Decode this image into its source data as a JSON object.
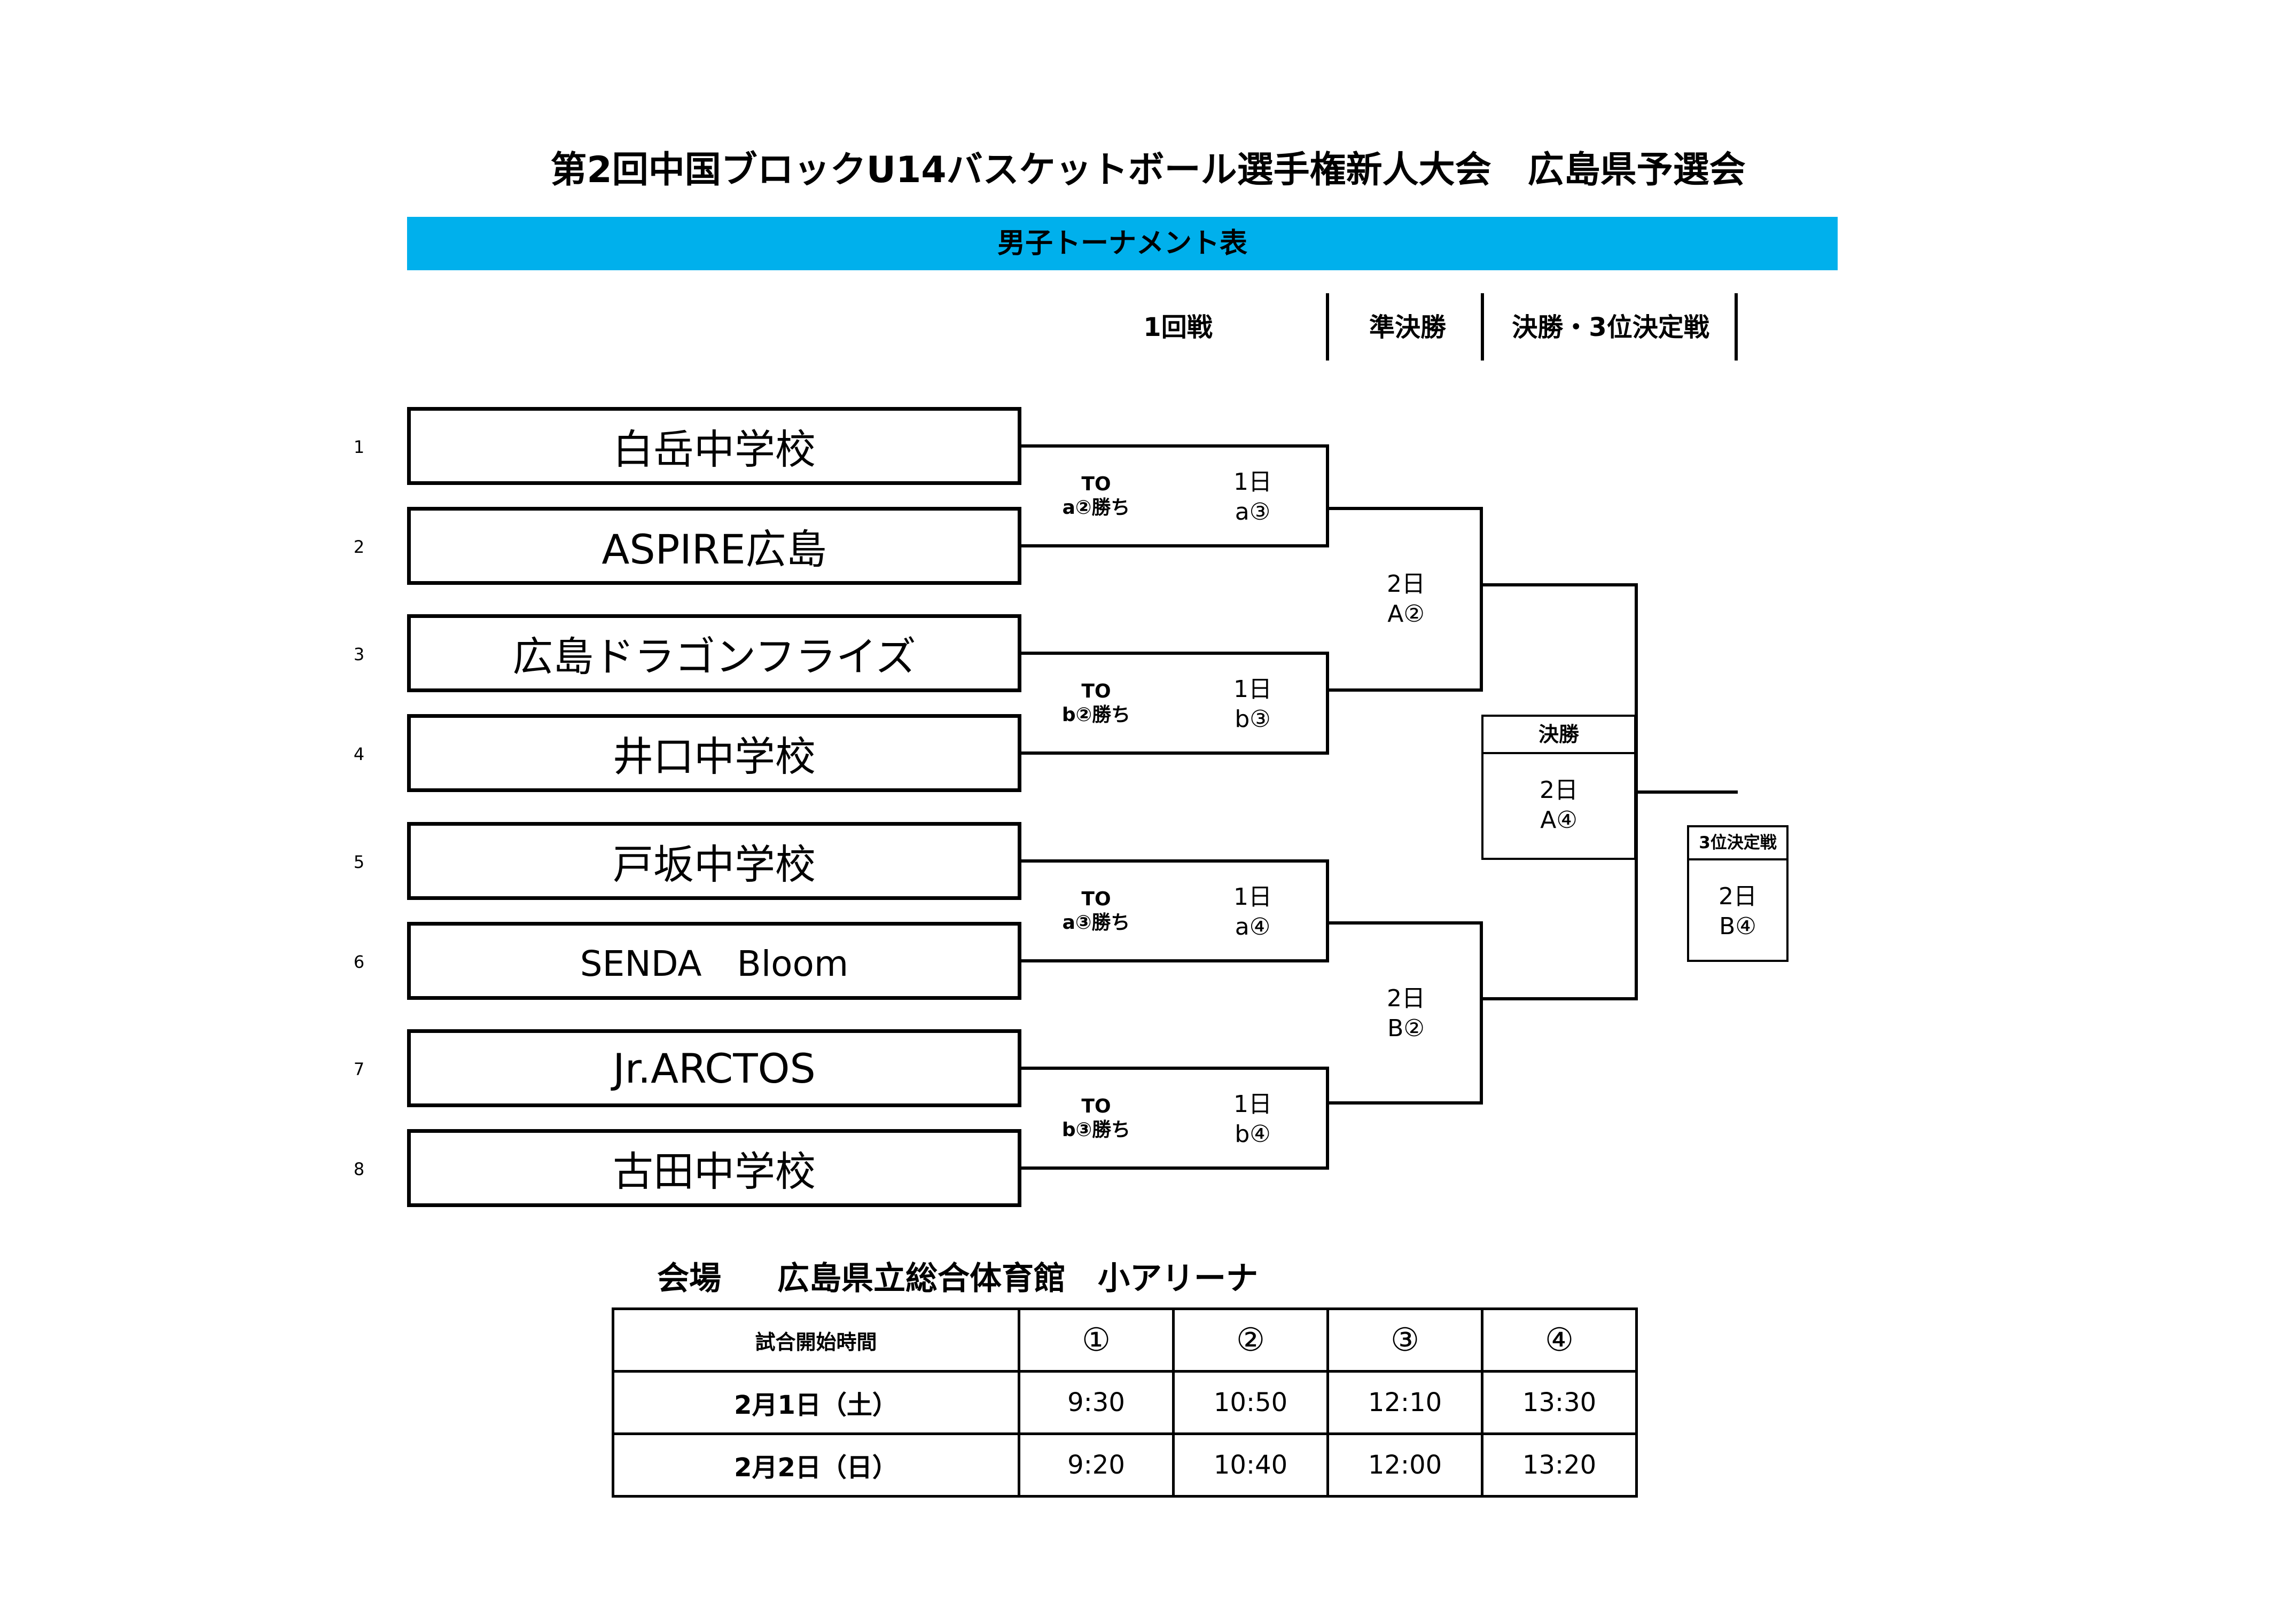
{
  "title": "第2回中国ブロックU14バスケットボール選手権新人大会　広島県予選会",
  "banner": {
    "text": "男子トーナメント表",
    "color": "#00b0ec"
  },
  "round_headers": [
    "1回戦",
    "準決勝",
    "決勝・3位決定戦"
  ],
  "teams": [
    {
      "seed": "1",
      "name": "白岳中学校"
    },
    {
      "seed": "2",
      "name": "ASPIRE広島"
    },
    {
      "seed": "3",
      "name": "広島ドラゴンフライズ"
    },
    {
      "seed": "4",
      "name": "井口中学校"
    },
    {
      "seed": "5",
      "name": "戸坂中学校"
    },
    {
      "seed": "6",
      "name": "SENDA　Bloom"
    },
    {
      "seed": "7",
      "name": "Jr.ARCTOS"
    },
    {
      "seed": "8",
      "name": "古田中学校"
    }
  ],
  "first_round": [
    {
      "to": "TO",
      "to_rule": "a②勝ち",
      "day": "1日",
      "code": "a③"
    },
    {
      "to": "TO",
      "to_rule": "b②勝ち",
      "day": "1日",
      "code": "b③"
    },
    {
      "to": "TO",
      "to_rule": "a③勝ち",
      "day": "1日",
      "code": "a④"
    },
    {
      "to": "TO",
      "to_rule": "b③勝ち",
      "day": "1日",
      "code": "b④"
    }
  ],
  "semifinals": [
    {
      "day": "2日",
      "code": "A②"
    },
    {
      "day": "2日",
      "code": "B②"
    }
  ],
  "final": {
    "title": "決勝",
    "day": "2日",
    "code": "A④"
  },
  "third_place": {
    "title": "3位決定戦",
    "day": "2日",
    "code": "B④"
  },
  "venue": {
    "label": "会場",
    "name": "広島県立総合体育館　小アリーナ"
  },
  "schedule": {
    "header": [
      "試合開始時間",
      "①",
      "②",
      "③",
      "④"
    ],
    "rows": [
      [
        "2月1日（土）",
        "9:30",
        "10:50",
        "12:10",
        "13:30"
      ],
      [
        "2月2日（日）",
        "9:20",
        "10:40",
        "12:00",
        "13:20"
      ]
    ]
  }
}
